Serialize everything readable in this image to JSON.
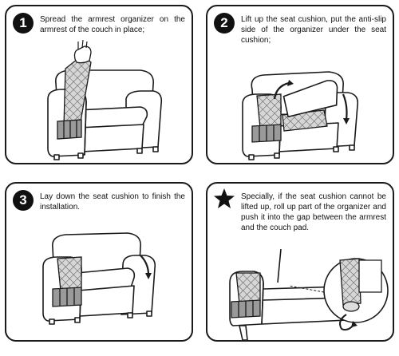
{
  "steps": [
    {
      "badge": "1",
      "text": "Spread the armrest organizer on the armrest of the couch in place;"
    },
    {
      "badge": "2",
      "text": "Lift up the seat cushion, put the anti-slip side of the organizer under the seat cushion;"
    },
    {
      "badge": "3",
      "text": "Lay down the seat cushion to finish the installation."
    },
    {
      "badge": "star",
      "text": "Specially, if the seat cushion cannot be lifted up, roll up part of the organizer and push it into the gap between the armrest and the couch pad."
    }
  ]
}
